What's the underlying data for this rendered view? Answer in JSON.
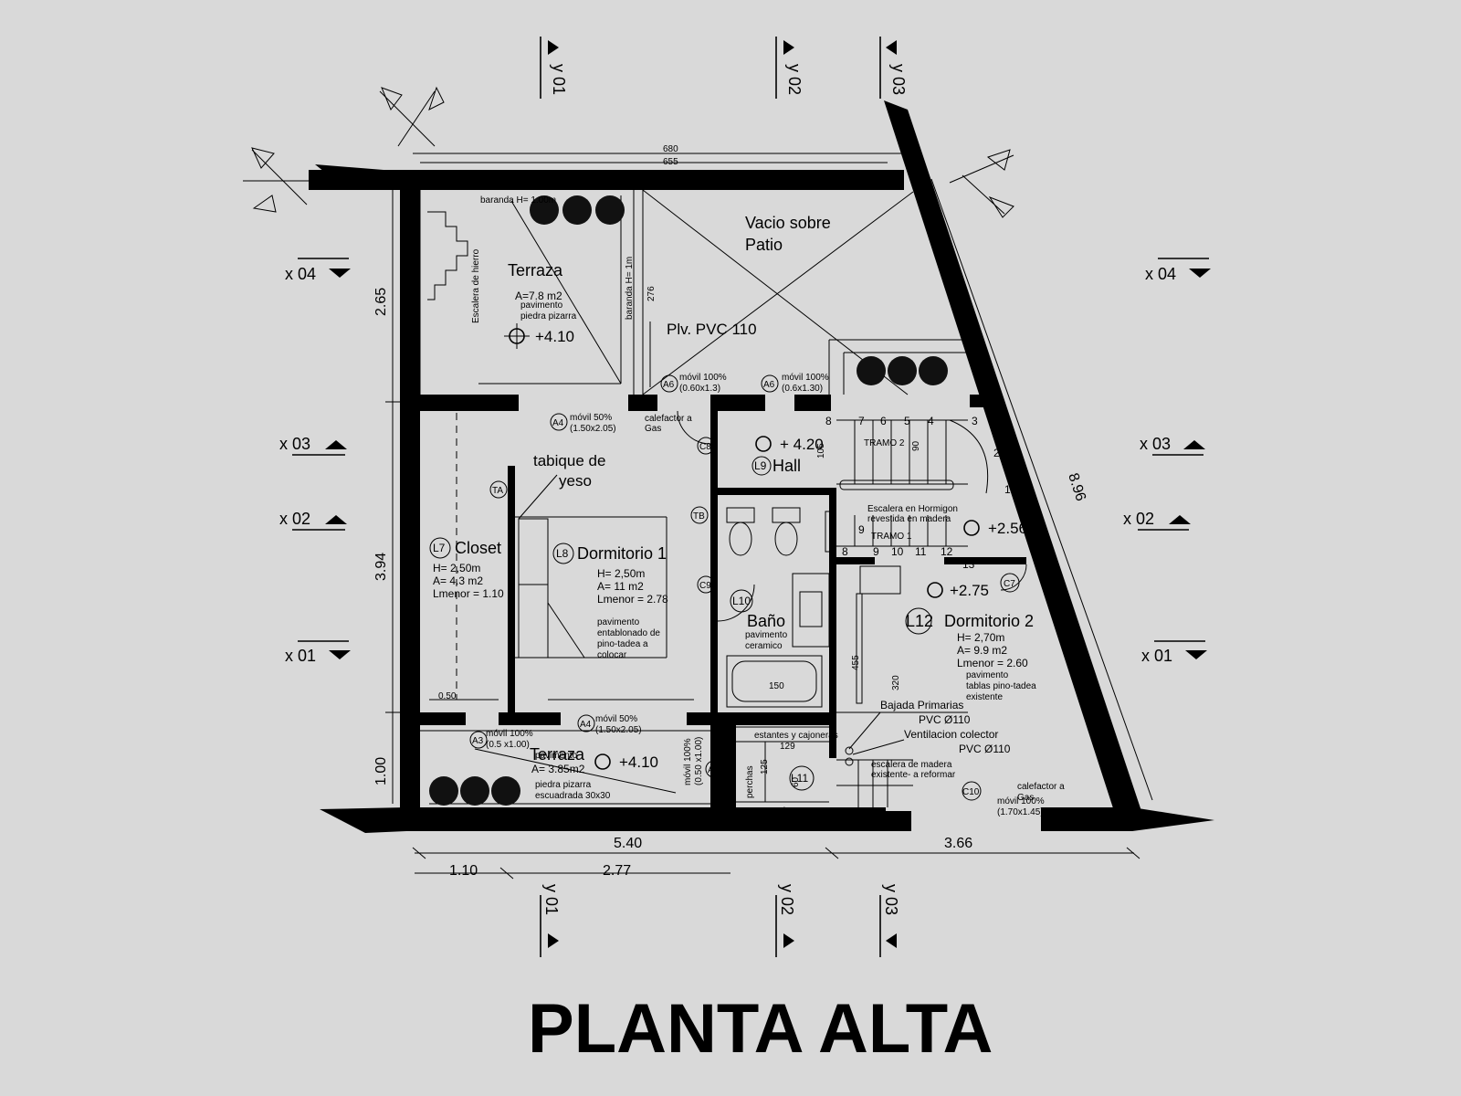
{
  "title": "PLANTA ALTA",
  "axes": {
    "top": [
      "y 01",
      "y 02",
      "y 03"
    ],
    "bottom": [
      "y 01",
      "y 02",
      "y 03"
    ],
    "left": [
      "x 04",
      "x 03",
      "x 02",
      "x 01"
    ],
    "right": [
      "x 04",
      "x 03",
      "x 02",
      "x 01"
    ]
  },
  "dimensions": {
    "top_outer": "680",
    "top_inner": "655",
    "left": [
      "2.65",
      "3.94",
      "1.00"
    ],
    "bottom_total_left": "5.40",
    "bottom_total_right": "3.66",
    "bottom_parts": [
      "1.10",
      "2.77"
    ],
    "diagonal": "8.96",
    "d276": "276",
    "d105": "105",
    "d90": "90",
    "d455": "455",
    "d320": "320",
    "d150": "150",
    "d129": "129",
    "d125": "125",
    "d60": "60",
    "d050": "0.50"
  },
  "rooms": {
    "terraza_top": {
      "name": "Terraza",
      "area": "A=7.8 m2",
      "floor1": "pavimento",
      "floor2": "piedra pizarra",
      "level": "+4.10"
    },
    "vacio": {
      "line1": "Vacio sobre",
      "line2": "Patio"
    },
    "pluvial": "Plv. PVC 110",
    "hall": {
      "code": "L9",
      "name": "Hall",
      "level": "+ 4.20"
    },
    "closet": {
      "code": "L7",
      "name": "Closet",
      "h": "H= 2,50m",
      "a": "A= 4.3 m2",
      "l": "Lmenor = 1.10"
    },
    "dorm1": {
      "code": "L8",
      "name": "Dormitorio 1",
      "h": "H= 2,50m",
      "a": "A= 11 m2",
      "l": "Lmenor = 2.78",
      "f1": "pavimento",
      "f2": "entablonado de",
      "f3": "pino-tadea a",
      "f4": "colocar"
    },
    "tabique": {
      "line1": "tabique de",
      "line2": "yeso"
    },
    "bano": {
      "code": "L10",
      "name": "Baño",
      "f1": "pavimento",
      "f2": "ceramico"
    },
    "dorm2": {
      "code": "L12",
      "name": "Dormitorio 2",
      "h": "H= 2,70m",
      "a": "A= 9.9 m2",
      "l": "Lmenor = 2.60",
      "f1": "pavimento",
      "f2": "tablas pino-tadea",
      "f3": "existente",
      "level": "+2.75"
    },
    "terraza_bottom": {
      "name": "Terraza",
      "area": "A= 3.85m2",
      "f1": "pavimento",
      "f2": "piedra pizarra",
      "f3": "escuadrada 30x30",
      "level": "+4.10",
      "rail": "baranda H= 1m"
    },
    "l11": {
      "code": "L11",
      "estantes": "estantes y cajoneras",
      "perchas": "perchas",
      "zapatera": "zapatera"
    },
    "stair": {
      "t1": "TRAMO 1",
      "t2": "TRAMO 2",
      "level": "+2.56",
      "note1": "Escalera en Hormigon",
      "note2": "revestida en madera"
    },
    "bajada": {
      "l1": "Bajada Primarias",
      "l2": "PVC Ø110",
      "l3": "Ventilacion colector",
      "l4": "PVC Ø110"
    },
    "escalera_madera": {
      "l1": "escalera de madera",
      "l2": "existente- a reformar"
    }
  },
  "tags": {
    "a4_top": "A4",
    "a4_top_t1": "móvil 50%",
    "a4_top_t2": "(1.50x2.05)",
    "a6_left": "A6",
    "a6_left_t1": "móvil 100%",
    "a6_left_t2": "(0.60x1.3)",
    "a6_right": "A6",
    "a6_right_t1": "móvil 100%",
    "a6_right_t2": "(0.6x1.30)",
    "a4_bot": "A4",
    "a4_bot_t1": "móvil 50%",
    "a4_bot_t2": "(1.50x2.05)",
    "a3_left": "A3",
    "a3_left_t1": "móvil 100%",
    "a3_left_t2": "(0.5 x1.00)",
    "a3_right": "A3",
    "a3_right_t1": "móvil 100%",
    "a3_right_t2": "(0.50 x1.00)",
    "movil_bottom_t1": "móvil 100%",
    "movil_bottom_t2": "(1.70x1.45)",
    "c8": "C8",
    "c9": "C9",
    "c7": "C7",
    "c10": "C10",
    "ta": "TA",
    "tb": "TB",
    "calefactor1_a": "calefactor a",
    "calefactor1_b": "Gas",
    "calefactor2_a": "calefactor a",
    "calefactor2_b": "Gas",
    "baranda_top": "baranda H= 1.00m",
    "baranda_vert": "baranda H= 1m",
    "escalera_hierro": "Escalera de hierro"
  },
  "steps": [
    "1",
    "2",
    "3",
    "4",
    "5",
    "6",
    "7",
    "8",
    "9",
    "8",
    "9",
    "10",
    "11",
    "12",
    "13"
  ]
}
